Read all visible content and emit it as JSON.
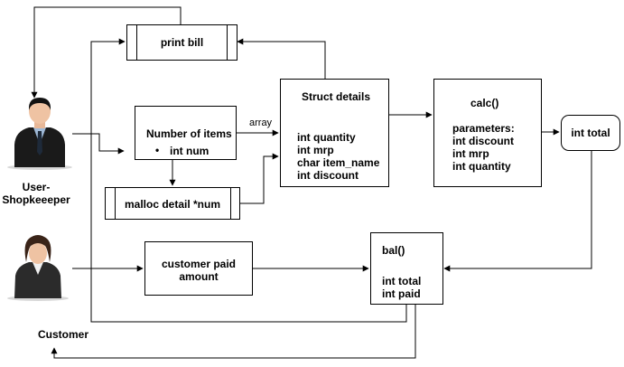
{
  "nodes": {
    "print_bill": {
      "title": "print bill"
    },
    "number_of_items": {
      "title": "Number of items",
      "bullet": "int num"
    },
    "malloc_detail": {
      "title": "malloc detail *num"
    },
    "struct_details": {
      "title": "Struct details",
      "fields": [
        "int quantity",
        "int mrp",
        "char item_name",
        "int discount"
      ]
    },
    "calc": {
      "title": "calc()",
      "params_label": "parameters:",
      "params": [
        "int discount",
        "int mrp",
        "int quantity"
      ]
    },
    "int_total": {
      "title": "int total"
    },
    "customer_paid": {
      "line1": "customer paid",
      "line2": "amount"
    },
    "bal": {
      "title": "bal()",
      "fields": [
        "int total",
        "int paid"
      ]
    }
  },
  "actors": {
    "shopkeeper": {
      "line1": "User-",
      "line2": "Shopkeeeper"
    },
    "customer": {
      "label": "Customer"
    }
  },
  "edge_labels": {
    "array": "array"
  }
}
